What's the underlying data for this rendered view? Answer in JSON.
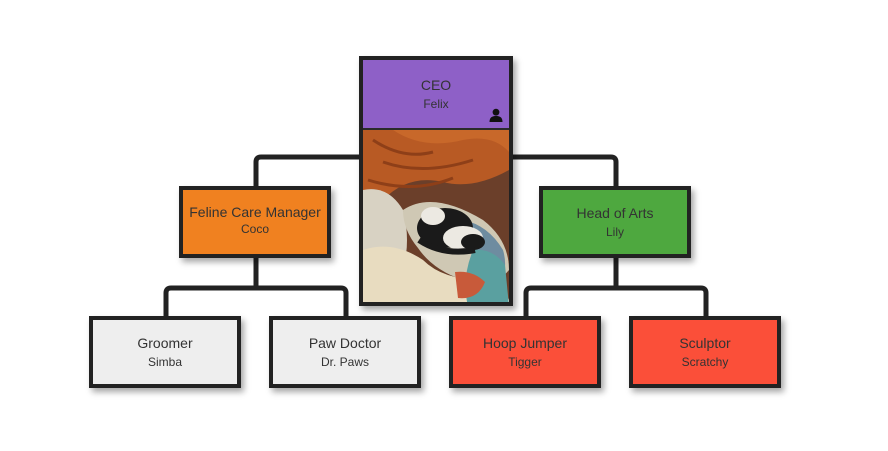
{
  "colors": {
    "ceo": "#8e60c7",
    "manager": "#f08120",
    "arts": "#4ea83f",
    "care_team": "#eeeeee",
    "arts_team": "#fb4f39",
    "border": "#222222",
    "connector": "#222222"
  },
  "ceo": {
    "title": "CEO",
    "name": "Felix",
    "icon": "user-icon",
    "photo": "cat-photo"
  },
  "managers": [
    {
      "title": "Feline Care Manager",
      "name": "Coco"
    },
    {
      "title": "Head of Arts",
      "name": "Lily"
    }
  ],
  "staff": [
    {
      "title": "Groomer",
      "name": "Simba"
    },
    {
      "title": "Paw Doctor",
      "name": "Dr. Paws"
    },
    {
      "title": "Hoop Jumper",
      "name": "Tigger"
    },
    {
      "title": "Sculptor",
      "name": "Scratchy"
    }
  ]
}
